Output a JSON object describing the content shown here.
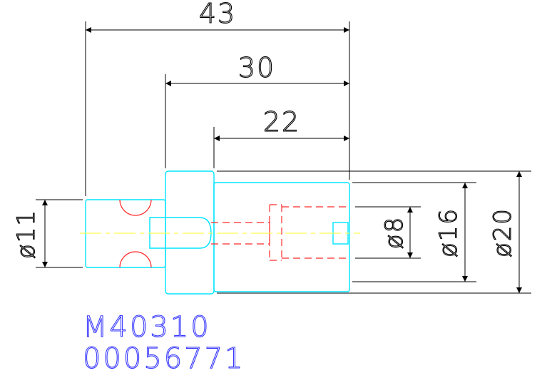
{
  "drawing": {
    "dimensions": {
      "overall_length": "43",
      "length_30": "30",
      "length_22": "22",
      "dia_11": "ø11",
      "dia_8": "ø8",
      "dia_16": "ø16",
      "dia_20": "ø20"
    },
    "part_code": "M40310",
    "serial_number": "00056771"
  },
  "colors": {
    "outline": "#00e5ff",
    "hidden": "#ff2b2b",
    "center": "#ffff55",
    "dimension": "#000000",
    "code_text": "#3a3aff"
  }
}
